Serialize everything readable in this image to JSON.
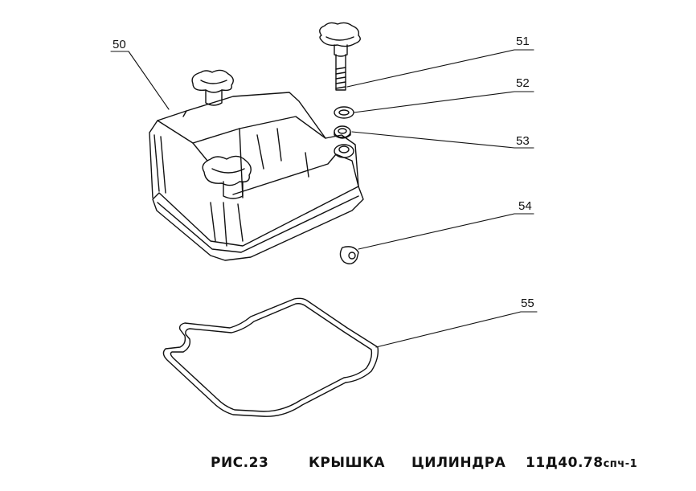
{
  "callouts": {
    "c50": "50",
    "c51": "51",
    "c52": "52",
    "c53": "53",
    "c54": "54",
    "c55": "55"
  },
  "caption": {
    "figure": "РИС.23",
    "title_word1": "КРЫШКА",
    "title_word2": "ЦИЛИНДРА",
    "code_main": "11Д40.78",
    "code_suffix": "спч-1"
  },
  "colors": {
    "ink": "#111111",
    "paper": "#ffffff"
  }
}
